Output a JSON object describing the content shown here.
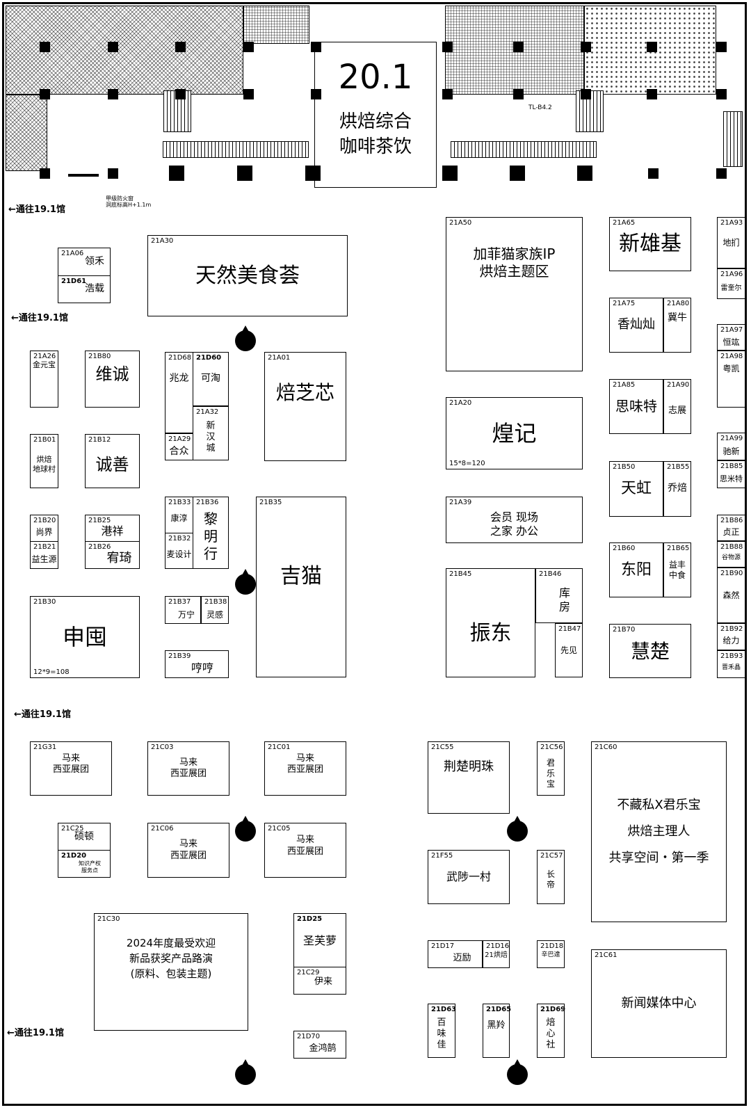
{
  "hall": {
    "number": "20.1",
    "theme_line1": "烘焙综合",
    "theme_line2": "咖啡茶饮",
    "tag": "TL-B4.2",
    "note1": "甲级防火窗",
    "note2": "洞底标高H+1.1m"
  },
  "exits": {
    "west": "←通往19.1馆"
  },
  "booths": {
    "a06": {
      "code": "21A06",
      "name": "领禾"
    },
    "d61": {
      "code": "21D61",
      "name": "浩载"
    },
    "a30": {
      "code": "21A30",
      "name": "天然美食荟"
    },
    "a50": {
      "code": "21A50",
      "name": "加菲猫家族IP\n烘焙主题区"
    },
    "a65": {
      "code": "21A65",
      "name": "新雄基"
    },
    "a93": {
      "code": "21A93",
      "name": "地扪"
    },
    "a96": {
      "code": "21A96",
      "name": "雷奎尔"
    },
    "a75": {
      "code": "21A75",
      "name": "香灿灿"
    },
    "a80": {
      "code": "21A80",
      "name": "冀牛"
    },
    "a97": {
      "code": "21A97",
      "name": "恒竑"
    },
    "a98": {
      "code": "21A98",
      "name": "粤凯"
    },
    "a26": {
      "code": "21A26",
      "name": "金元宝"
    },
    "b80": {
      "code": "21B80",
      "name": "维诚"
    },
    "d68": {
      "code": "21D68",
      "name": "兆龙"
    },
    "d60": {
      "code": "21D60",
      "name": "可淘"
    },
    "a32": {
      "code": "21A32",
      "name": "新\n汉\n城"
    },
    "a29": {
      "code": "21A29",
      "name": "合众"
    },
    "a01": {
      "code": "21A01",
      "name": "焙芝芯"
    },
    "a20": {
      "code": "21A20",
      "name": "煌记",
      "area": "15*8=120"
    },
    "a85": {
      "code": "21A85",
      "name": "思味特"
    },
    "a90": {
      "code": "21A90",
      "name": "志展"
    },
    "a99": {
      "code": "21A99",
      "name": "驰新"
    },
    "b85": {
      "code": "21B85",
      "name": "思米特"
    },
    "b01": {
      "code": "21B01",
      "name": "烘焙\n地球村"
    },
    "b12": {
      "code": "21B12",
      "name": "诚善"
    },
    "b50": {
      "code": "21B50",
      "name": "天虹"
    },
    "b55": {
      "code": "21B55",
      "name": "乔焙"
    },
    "a39": {
      "code": "21A39",
      "name": "会员  现场\n之家  办公"
    },
    "b20": {
      "code": "21B20",
      "name": "尚界"
    },
    "b21": {
      "code": "21B21",
      "name": "益生源"
    },
    "b25": {
      "code": "21B25",
      "name": "港祥"
    },
    "b26": {
      "code": "21B26",
      "name": "宥琦"
    },
    "b33": {
      "code": "21B33",
      "name": "康淳"
    },
    "b32": {
      "code": "21B32",
      "name": "麦设计"
    },
    "b36": {
      "code": "21B36",
      "name": "黎\n明\n行"
    },
    "b35": {
      "code": "21B35",
      "name": "吉猫"
    },
    "b86": {
      "code": "21B86",
      "name": "贞正"
    },
    "b88": {
      "code": "21B88",
      "name": "谷物源"
    },
    "b60": {
      "code": "21B60",
      "name": "东阳"
    },
    "b65": {
      "code": "21B65",
      "name": "益丰\n中食"
    },
    "b90": {
      "code": "21B90",
      "name": "森然"
    },
    "b45": {
      "code": "21B45",
      "name": "振东"
    },
    "b46": {
      "code": "21B46",
      "name": "库\n房"
    },
    "b47": {
      "code": "21B47",
      "name": "先见"
    },
    "b30": {
      "code": "21B30",
      "name": "申囤",
      "area": "12*9=108"
    },
    "b37": {
      "code": "21B37",
      "name": "万宁"
    },
    "b38": {
      "code": "21B38",
      "name": "灵感"
    },
    "b39": {
      "code": "21B39",
      "name": "哼哼"
    },
    "b70": {
      "code": "21B70",
      "name": "慧楚"
    },
    "b92": {
      "code": "21B92",
      "name": "给力"
    },
    "b93": {
      "code": "21B93",
      "name": "晋禾晶"
    },
    "g31": {
      "code": "21G31",
      "name": "马来\n西亚展团"
    },
    "c03": {
      "code": "21C03",
      "name": "马来\n西亚展团"
    },
    "c01": {
      "code": "21C01",
      "name": "马来\n西亚展团"
    },
    "c55": {
      "code": "21C55",
      "name": "荆楚明珠"
    },
    "c56": {
      "code": "21C56",
      "name": "君\n乐\n宝"
    },
    "c60": {
      "code": "21C60",
      "name": "不藏私X君乐宝\n烘焙主理人\n共享空间・第一季"
    },
    "c25": {
      "code": "21C25",
      "name": "硕顿"
    },
    "d20": {
      "code": "21D20",
      "name": "知识产权\n服务点"
    },
    "c06": {
      "code": "21C06",
      "name": "马来\n西亚展团"
    },
    "c05": {
      "code": "21C05",
      "name": "马来\n西亚展团"
    },
    "f55": {
      "code": "21F55",
      "name": "武陟一村"
    },
    "c57": {
      "code": "21C57",
      "name": "长\n帝"
    },
    "c30": {
      "code": "21C30",
      "name": "2024年度最受欢迎\n新品获奖产品路演\n(原料、包装主题)"
    },
    "d25": {
      "code": "21D25",
      "name": "圣芙萝"
    },
    "c29": {
      "code": "21C29",
      "name": "伊来"
    },
    "d17": {
      "code": "21D17",
      "name": "迈励"
    },
    "d16": {
      "code": "21D16",
      "name": "21烘焙"
    },
    "d18": {
      "code": "21D18",
      "name": "辛巴達"
    },
    "c61": {
      "code": "21C61",
      "name": "新闻媒体中心"
    },
    "d70": {
      "code": "21D70",
      "name": "金鸿鹄"
    },
    "d63": {
      "code": "21D63",
      "name": "百\n味\n佳"
    },
    "d65": {
      "code": "21D65",
      "name": "黑羚"
    },
    "d69": {
      "code": "21D69",
      "name": "焙\n心\n社"
    }
  }
}
